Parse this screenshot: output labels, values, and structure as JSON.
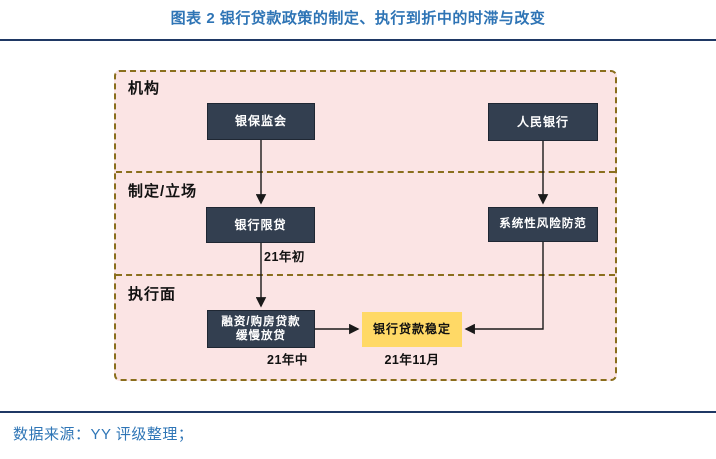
{
  "title": "图表 2 银行贷款政策的制定、执行到折中的时滞与改变",
  "source_note": "数据来源：YY 评级整理；",
  "colors": {
    "title-blue": "#2E74B5",
    "source-blue": "#2E75B6",
    "rule-navy": "#1F3864",
    "panel-pink": "#FBE4E4",
    "panel-border-gold": "#8A6E1C",
    "node-navy": "#333F50",
    "node-border": "#1F2733",
    "highlight-yellow": "#FFD966",
    "connector-black": "#1A1A1A",
    "label-black": "#111111"
  },
  "diagram": {
    "sections": [
      {
        "label": "机构"
      },
      {
        "label": "制定/立场"
      },
      {
        "label": "执行面"
      }
    ],
    "nodes": {
      "cbirc": {
        "label": "银保监会"
      },
      "pboc": {
        "label": "人民银行"
      },
      "loan_restriction": {
        "label": "银行限贷",
        "time": "21年初"
      },
      "systemic_risk": {
        "label": "系统性风险防范"
      },
      "slow_lending": {
        "label_line1": "融资/购房贷款",
        "label_line2": "缓慢放贷",
        "time": "21年中"
      },
      "loan_stable": {
        "label": "银行贷款稳定",
        "time": "21年11月"
      }
    }
  }
}
